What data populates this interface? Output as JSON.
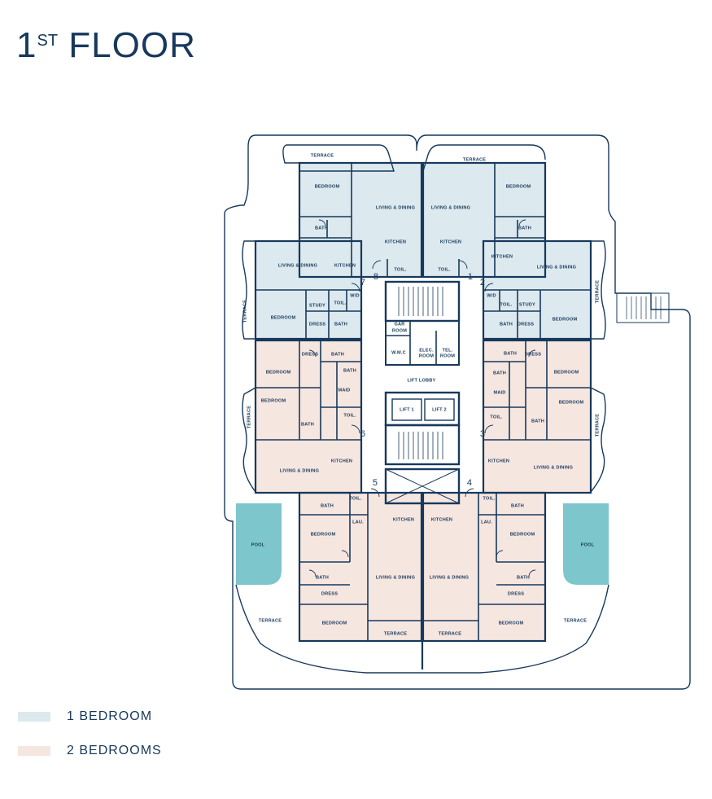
{
  "title": {
    "main": "1",
    "sup": "ST",
    "rest": "FLOOR"
  },
  "colors": {
    "ink": "#17395c",
    "one_bedroom": "#dce9ee",
    "two_bedrooms": "#f6e6e0",
    "pool": "#7cc6cc"
  },
  "legend": [
    {
      "label": "1 BEDROOM",
      "color_key": "one_bedroom"
    },
    {
      "label": "2 BEDROOMS",
      "color_key": "two_bedrooms"
    }
  ],
  "labels": {
    "terrace": "TERRACE",
    "bedroom": "BEDROOM",
    "living_dining": "LIVING & DINING",
    "kitchen": "KITCHEN",
    "bath": "BATH",
    "toil": "TOIL.",
    "wd": "W/D",
    "study": "STUDY",
    "dress": "DRESS",
    "maid": "MAID",
    "lau": "LAU.",
    "pool": "POOL",
    "gar_room_1": "GAR",
    "gar_room_2": "ROOM",
    "wmc": "W.M.C",
    "elec_room_1": "ELEC.",
    "elec_room_2": "ROOM",
    "tel_room_1": "TEL.",
    "tel_room_2": "ROOM",
    "lift_lobby": "LIFT LOBBY",
    "lift_1": "LIFT 1",
    "lift_2": "LIFT 2"
  },
  "unit_numbers": [
    "1",
    "2",
    "3",
    "4",
    "5",
    "6",
    "7",
    "8"
  ]
}
